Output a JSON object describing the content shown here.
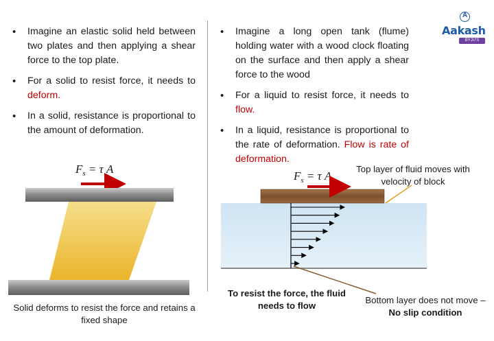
{
  "left": {
    "bullets": [
      {
        "text": "Imagine an elastic solid held between two plates and then applying a shear force to the top plate.",
        "highlight": ""
      },
      {
        "text": "For a solid to resist force, it needs to ",
        "highlight": "deform."
      },
      {
        "text": "In a solid, resistance is proportional to the amount of deformation.",
        "highlight": ""
      }
    ],
    "formula": {
      "F": "F",
      "sub": "s",
      "rest": " = τ A"
    },
    "caption": "Solid deforms to resist the force and retains a fixed shape"
  },
  "right": {
    "bullets": [
      {
        "text": "Imagine a long open tank (flume) holding water with a wood clock floating on the surface and then apply a shear force to the wood",
        "highlight": ""
      },
      {
        "text": "For a liquid to resist force, it needs to ",
        "highlight": "flow."
      },
      {
        "text": "In a liquid, resistance is proportional to the rate of deformation. ",
        "highlight": "Flow is rate of deformation."
      }
    ],
    "formula": {
      "F": "F",
      "sub": "s",
      "rest": " = τ A"
    },
    "caption_top": "Top layer of fluid moves with velocity of block",
    "caption_middle": "To resist the force, the fluid needs to flow",
    "caption_bottom_plain": "Bottom layer does not move – ",
    "caption_bottom_bold": "No slip condition"
  },
  "logo": {
    "name": "Aakash",
    "sub": "BYJU'S",
    "mark": "A"
  },
  "colors": {
    "accent_red": "#c00000",
    "fluid": "#d8e9f5",
    "solid": "#f2c53a",
    "plate": "#8a8a8a",
    "wood": "#8b5a2b",
    "logo_blue": "#1e5aa8"
  },
  "velocity_profile_fractions": [
    1.0,
    0.9,
    0.8,
    0.68,
    0.55,
    0.42,
    0.28,
    0.15
  ]
}
